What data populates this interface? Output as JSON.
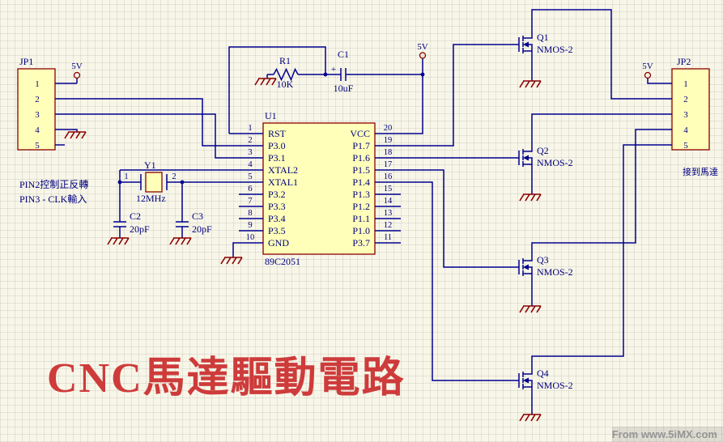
{
  "title": "CNC馬達驅動電路",
  "watermark": "From www.5iMX.com",
  "notes": {
    "control": "PIN2控制正反轉",
    "clk": "PIN3 - CLK輸入",
    "motor": "接到馬達"
  },
  "power": {
    "label": "5V"
  },
  "connectors": {
    "jp1": {
      "ref": "JP1",
      "pins": [
        "1",
        "2",
        "3",
        "4",
        "5"
      ]
    },
    "jp2": {
      "ref": "JP2",
      "pins": [
        "1",
        "2",
        "3",
        "4",
        "5"
      ]
    }
  },
  "ic": {
    "ref": "U1",
    "part": "89C2051",
    "left_pins": [
      {
        "num": "1",
        "name": "RST"
      },
      {
        "num": "2",
        "name": "P3.0"
      },
      {
        "num": "3",
        "name": "P3.1"
      },
      {
        "num": "4",
        "name": "XTAL2"
      },
      {
        "num": "5",
        "name": "XTAL1"
      },
      {
        "num": "6",
        "name": "P3.2"
      },
      {
        "num": "7",
        "name": "P3.3"
      },
      {
        "num": "8",
        "name": "P3.4"
      },
      {
        "num": "9",
        "name": "P3.5"
      },
      {
        "num": "10",
        "name": "GND"
      }
    ],
    "right_pins": [
      {
        "num": "20",
        "name": "VCC"
      },
      {
        "num": "19",
        "name": "P1.7"
      },
      {
        "num": "18",
        "name": "P1.6"
      },
      {
        "num": "17",
        "name": "P1.5"
      },
      {
        "num": "16",
        "name": "P1.4"
      },
      {
        "num": "15",
        "name": "P1.3"
      },
      {
        "num": "14",
        "name": "P1.2"
      },
      {
        "num": "13",
        "name": "P1.1"
      },
      {
        "num": "12",
        "name": "P1.0"
      },
      {
        "num": "11",
        "name": "P3.7"
      }
    ]
  },
  "resistor": {
    "ref": "R1",
    "value": "10K"
  },
  "capacitors": {
    "c1": {
      "ref": "C1",
      "value": "10uF",
      "polarity": "+"
    },
    "c2": {
      "ref": "C2",
      "value": "20pF"
    },
    "c3": {
      "ref": "C3",
      "value": "20pF"
    }
  },
  "crystal": {
    "ref": "Y1",
    "value": "12MHz",
    "pin1": "1",
    "pin2": "2"
  },
  "transistors": [
    {
      "ref": "Q1",
      "type": "NMOS-2"
    },
    {
      "ref": "Q2",
      "type": "NMOS-2"
    },
    {
      "ref": "Q3",
      "type": "NMOS-2"
    },
    {
      "ref": "Q4",
      "type": "NMOS-2"
    }
  ],
  "colors": {
    "wire": "#000090",
    "outline": "#8B0000",
    "cfill": "#FFFFB9",
    "text": "#000080",
    "title": "#CE3B3B",
    "bg": "#F8F6E8"
  }
}
